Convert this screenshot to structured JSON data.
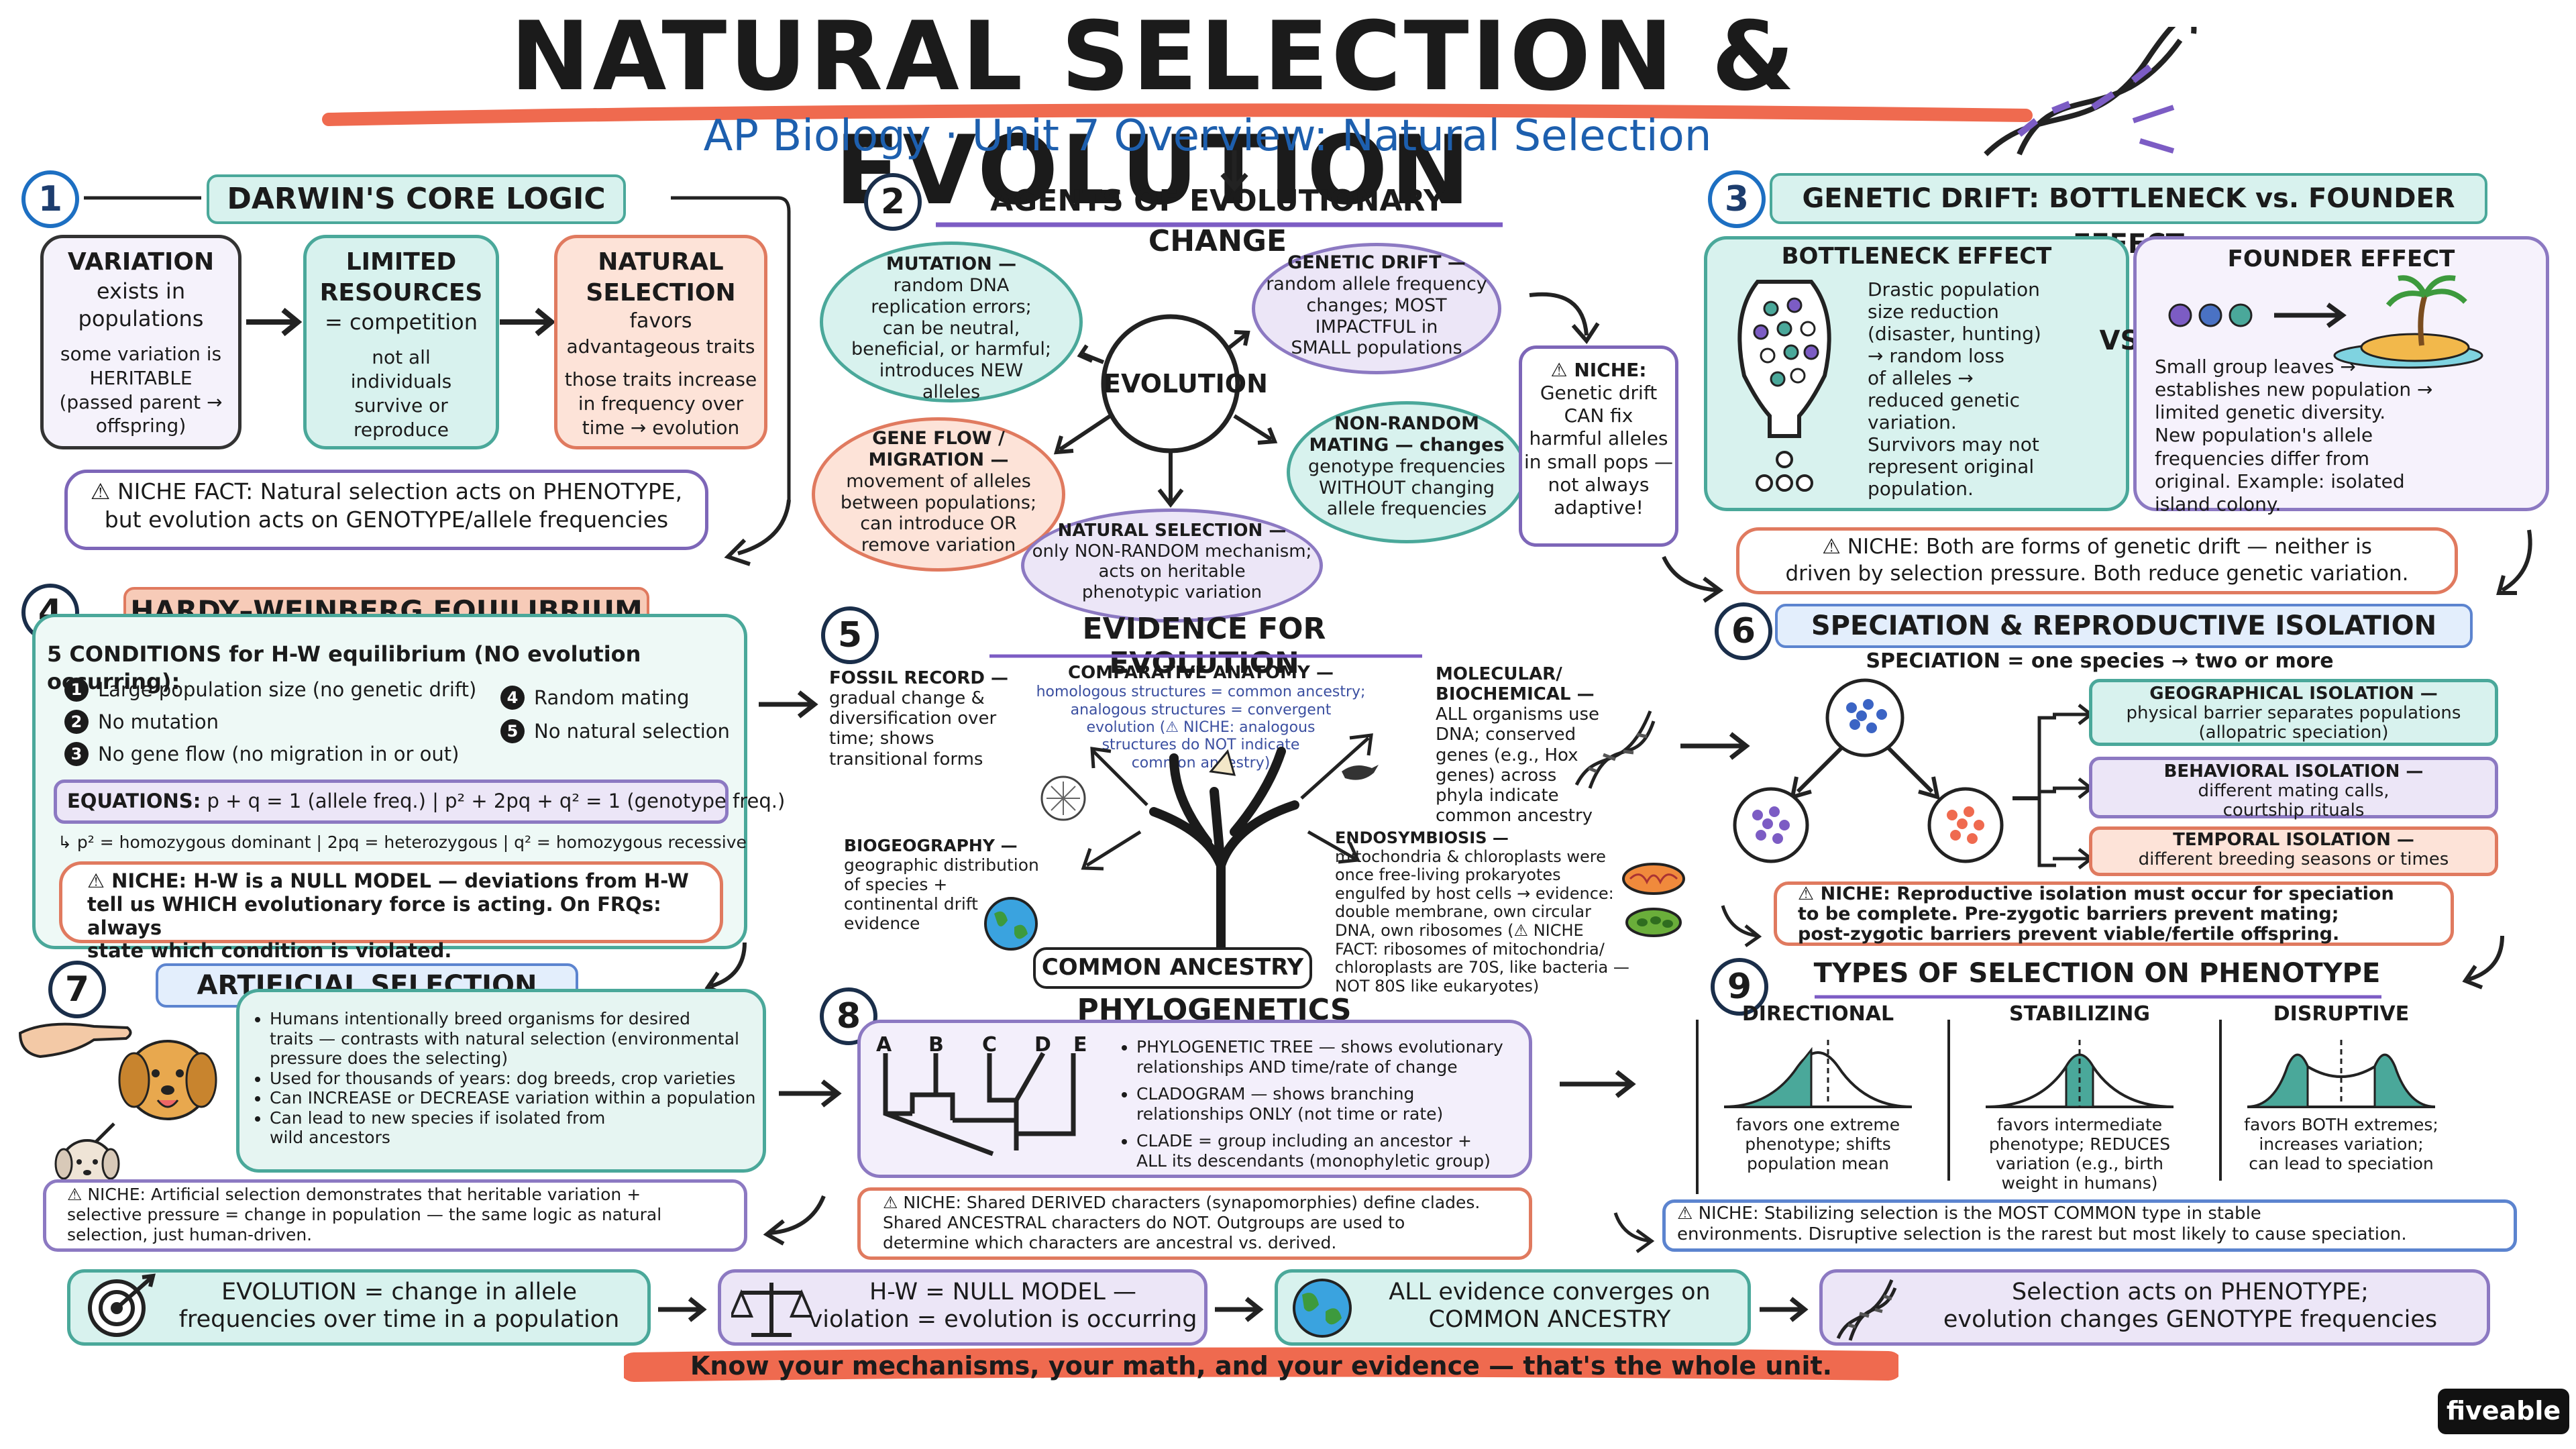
{
  "title": "NATURAL SELECTION & EVOLUTION",
  "subtitle": "AP Biology · Unit 7 Overview: Natural Selection",
  "colors": {
    "teal": "#4aa89a",
    "salmon": "#e07a5f",
    "lavender": "#8c79c2",
    "blue": "#1d6fc2",
    "navy": "#1a2e4a"
  },
  "s1": {
    "num": "1",
    "header": "DARWIN'S CORE LOGIC",
    "variation": {
      "title": "VARIATION",
      "l1": "exists in",
      "l2": "populations",
      "l3": "some variation is",
      "l4": "HERITABLE",
      "l5": "(passed parent →",
      "l6": "offspring)"
    },
    "limited": {
      "title1": "LIMITED",
      "title2": "RESOURCES",
      "l1": "= competition",
      "l2": "not all",
      "l3": "individuals",
      "l4": "survive or",
      "l5": "reproduce"
    },
    "natural": {
      "title1": "NATURAL",
      "title2": "SELECTION",
      "l1": "favors",
      "l2": "advantageous traits",
      "l3": "those traits increase",
      "l4": "in frequency over",
      "l5": "time → evolution"
    },
    "niche1": "⚠ NICHE FACT: Natural selection acts on PHENOTYPE,",
    "niche2": "but evolution acts on GENOTYPE/allele frequencies"
  },
  "s2": {
    "num": "2",
    "header": "AGENTS OF EVOLUTIONARY CHANGE",
    "center": "EVOLUTION",
    "mutation": [
      "MUTATION —",
      "random DNA",
      "replication errors;",
      "can be neutral,",
      "beneficial, or harmful;",
      "introduces NEW",
      "alleles"
    ],
    "drift": [
      "GENETIC DRIFT —",
      "random allele frequency",
      "changes; MOST",
      "IMPACTFUL in",
      "SMALL populations"
    ],
    "geneflow": [
      "GENE FLOW /",
      "MIGRATION —",
      "movement of alleles",
      "between populations;",
      "can introduce OR",
      "remove variation"
    ],
    "nonrandom": [
      "NON-RANDOM",
      "MATING — changes",
      "genotype frequencies",
      "WITHOUT changing",
      "allele frequencies"
    ],
    "natsel": [
      "NATURAL SELECTION —",
      "only NON-RANDOM mechanism;",
      "acts on heritable",
      "phenotypic variation"
    ],
    "niche": [
      "⚠ NICHE:",
      "Genetic drift",
      "CAN fix",
      "harmful alleles",
      "in small pops —",
      "not always",
      "adaptive!"
    ]
  },
  "s3": {
    "num": "3",
    "header": "GENETIC DRIFT: BOTTLENECK vs. FOUNDER EFFECT",
    "bottleneck_title": "BOTTLENECK EFFECT",
    "bottleneck": [
      "Drastic population",
      "size reduction",
      "(disaster, hunting)",
      "→ random loss",
      "of alleles →",
      "reduced genetic",
      "variation.",
      "Survivors may not",
      "represent original",
      "population."
    ],
    "vs": "VS.",
    "founder_title": "FOUNDER EFFECT",
    "founder": [
      "Small group leaves →",
      "establishes new population →",
      "limited genetic diversity.",
      "New population's allele",
      "frequencies differ from",
      "original. Example: isolated",
      "island colony."
    ],
    "niche1": "⚠ NICHE: Both are forms of genetic drift — neither is",
    "niche2": "driven by selection pressure. Both reduce genetic variation."
  },
  "s4": {
    "num": "4",
    "header": "HARDY–WEINBERG EQUILIBRIUM",
    "intro": "5 CONDITIONS for H-W equilibrium (NO evolution occurring):",
    "conditions": [
      "Large population size (no genetic drift)",
      "No mutation",
      "No gene flow (no migration in or out)",
      "Random mating",
      "No natural selection"
    ],
    "cond_nums": [
      "1",
      "2",
      "3",
      "4",
      "5"
    ],
    "eq_label": "EQUATIONS:",
    "eq1": "p + q = 1 (allele freq.)",
    "eq2": "p² + 2pq + q² = 1 (genotype freq.)",
    "defs": "↳ p² = homozygous dominant  |  2pq = heterozygous  |  q² = homozygous recessive",
    "niche": [
      "⚠ NICHE: H-W is a NULL MODEL — deviations from H-W",
      "tell us WHICH evolutionary force is acting. On FRQs: always",
      "state which condition is violated."
    ]
  },
  "s5": {
    "num": "5",
    "header": "EVIDENCE FOR EVOLUTION",
    "fossil": [
      "FOSSIL RECORD —",
      "gradual change &",
      "diversification over",
      "time; shows",
      "transitional forms"
    ],
    "comparative_title": "COMPARATIVE ANATOMY —",
    "comparative": [
      "homologous structures = common ancestry;",
      "analogous structures = convergent",
      "evolution (⚠ NICHE: analogous",
      "structures do NOT indicate",
      "common ancestry)"
    ],
    "molecular": [
      "MOLECULAR/",
      "BIOCHEMICAL —",
      "ALL organisms use",
      "DNA; conserved",
      "genes (e.g., Hox",
      "genes) across",
      "phyla indicate",
      "common ancestry"
    ],
    "biogeo": [
      "BIOGEOGRAPHY —",
      "geographic distribution",
      "of species +",
      "continental drift",
      "evidence"
    ],
    "endo": [
      "ENDOSYMBIOSIS —",
      "mitochondria & chloroplasts were",
      "once free-living prokaryotes",
      "engulfed by host cells → evidence:",
      "double membrane, own circular",
      "DNA, own ribosomes (⚠ NICHE",
      "FACT: ribosomes of mitochondria/",
      "chloroplasts are 70S, like bacteria —",
      "NOT 80S like eukaryotes)"
    ],
    "common": "COMMON ANCESTRY"
  },
  "s6": {
    "num": "6",
    "header": "SPECIATION & REPRODUCTIVE ISOLATION",
    "speciation": "SPECIATION = one species → two or more",
    "geo": [
      "GEOGRAPHICAL ISOLATION —",
      "physical barrier separates populations",
      "(allopatric speciation)"
    ],
    "beh": [
      "BEHAVIORAL ISOLATION —",
      "different mating calls,",
      "courtship rituals"
    ],
    "temp": [
      "TEMPORAL ISOLATION —",
      "different breeding seasons or times"
    ],
    "niche": [
      "⚠ NICHE: Reproductive isolation must occur for speciation",
      "to be complete. Pre-zygotic barriers prevent mating;",
      "post-zygotic barriers prevent viable/fertile offspring."
    ]
  },
  "s7": {
    "num": "7",
    "header": "ARTIFICIAL SELECTION",
    "bullets": [
      [
        "Humans intentionally breed organisms for desired",
        "traits — contrasts with natural selection (environmental",
        "pressure does the selecting)"
      ],
      [
        "Used for thousands of years: dog breeds, crop varieties"
      ],
      [
        "Can INCREASE or DECREASE variation within a population"
      ],
      [
        "Can lead to new species if isolated from",
        "wild ancestors"
      ]
    ],
    "niche": [
      "⚠ NICHE: Artificial selection demonstrates that heritable variation +",
      "selective pressure = change in population — the same logic as natural",
      "selection, just human-driven."
    ]
  },
  "s8": {
    "num": "8",
    "header": "PHYLOGENETICS",
    "tips": [
      "A",
      "B",
      "C",
      "D",
      "E"
    ],
    "bullets": [
      [
        "PHYLOGENETIC TREE — shows evolutionary",
        "relationships AND time/rate of change"
      ],
      [
        "CLADOGRAM — shows branching",
        "relationships ONLY (not time or rate)"
      ],
      [
        "CLADE = group including an ancestor +",
        "ALL its descendants (monophyletic group)"
      ]
    ],
    "niche": [
      "⚠ NICHE: Shared DERIVED characters (synapomorphies) define clades.",
      "Shared ANCESTRAL characters do NOT. Outgroups are used to",
      "determine which characters are ancestral vs. derived."
    ]
  },
  "s9": {
    "num": "9",
    "header": "TYPES OF SELECTION ON PHENOTYPE",
    "directional": {
      "title": "DIRECTIONAL",
      "text": [
        "favors one extreme",
        "phenotype; shifts",
        "population mean"
      ]
    },
    "stabilizing": {
      "title": "STABILIZING",
      "text": [
        "favors intermediate",
        "phenotype; REDUCES",
        "variation (e.g., birth",
        "weight in humans)"
      ]
    },
    "disruptive": {
      "title": "DISRUPTIVE",
      "text": [
        "favors BOTH extremes;",
        "increases variation;",
        "can lead to speciation"
      ]
    },
    "niche": [
      "⚠ NICHE: Stabilizing selection is the MOST COMMON type in stable",
      "environments. Disruptive selection is the rarest but most likely to cause speciation."
    ]
  },
  "summary": [
    [
      "EVOLUTION = change in allele",
      "frequencies over time in a population"
    ],
    [
      "H-W = NULL MODEL —",
      "violation = evolution is occurring"
    ],
    [
      "ALL evidence converges on",
      "COMMON ANCESTRY"
    ],
    [
      "Selection acts on PHENOTYPE;",
      "evolution changes GENOTYPE frequencies"
    ]
  ],
  "footer": "Know your mechanisms, your math, and your evidence — that's the whole unit.",
  "brand": "fiveable"
}
